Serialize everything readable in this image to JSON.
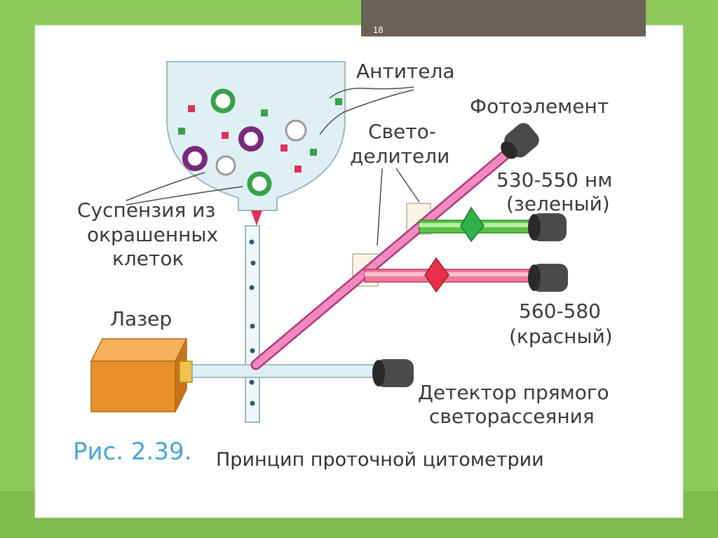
{
  "slide": {
    "number": "18"
  },
  "labels": {
    "antibodies": "Антитела",
    "photoelement": "Фотоэлемент",
    "splitters_line1": "Свето-",
    "splitters_line2": "делители",
    "green_range": "530-550 нм",
    "green_name": "(зеленый)",
    "suspension_line1": "Суспензия из",
    "suspension_line2": "окрашенных",
    "suspension_line3": "клеток",
    "laser": "Лазер",
    "red_range": "560-580",
    "red_name": "(красный)",
    "detector_line1": "Детектор прямого",
    "detector_line2": "светорассеяния"
  },
  "caption": {
    "figure_number": "Рис. 2.39.",
    "title": "Принцип проточной цитометрии"
  },
  "colors": {
    "laser_body": "#e8902a",
    "pink_beam": "#e0509a",
    "green_beam": "#5cc04a",
    "red_beam": "#e84a6a",
    "tank_fill": "#dff0f5",
    "caption_accent": "#4aa3d6"
  }
}
